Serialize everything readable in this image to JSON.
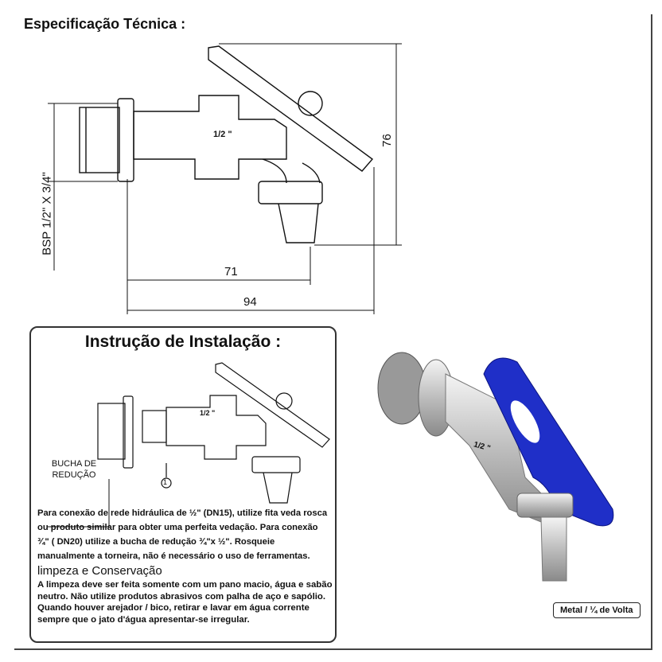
{
  "header": {
    "title": "Especificação Técnica :"
  },
  "technical_drawing": {
    "thread_label": "BSP 1/2\" X 3/4\"",
    "size_label": "1/2 \"",
    "dim_height": "76",
    "dim_spout": "71",
    "dim_total": "94"
  },
  "installation": {
    "title": "Instrução de Instalação :",
    "size_label": "1/2 \"",
    "bucha_label": "BUCHA DE REDUÇÃO",
    "callout": "1",
    "text": "Para conexão de rede hidráulica de ½\" (DN15), utilize fita veda rosca ou produto similar para obter uma perfeita vedação. Para conexão ¾\" ( DN20) utilize a bucha de redução ¾\"x ½\".  Rosqueie manualmente a torneira, não é necessário o uso de ferramentas.",
    "cleaning_title": "limpeza e Conservação",
    "cleaning_text": "A limpeza deve ser feita somente com um pano macio, água e sabão neutro. Não utilize produtos  abrasivos com palha de aço e sapólio. Quando houver arejador / bico, retirar e lavar em água corrente sempre que o jato d'água apresentar-se irregular."
  },
  "product": {
    "size_label": "1/2 \"",
    "lever_color": "#1f2fc8",
    "badge": "Metal / ¼ de Volta"
  }
}
